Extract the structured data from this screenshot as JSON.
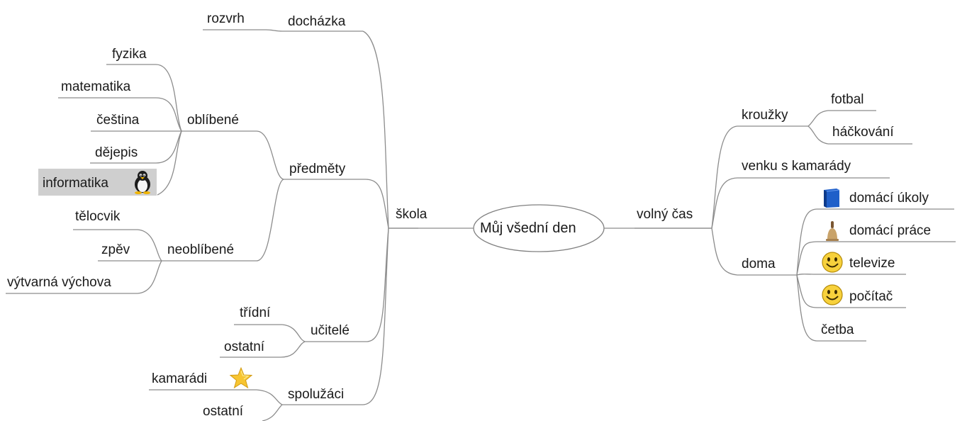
{
  "center": "Můj všední den",
  "left": {
    "skola": "škola",
    "dochazka": "docházka",
    "rozvrh": "rozvrh",
    "predmety": "předměty",
    "oblibene": "oblíbené",
    "fyzika": "fyzika",
    "matematika": "matematika",
    "cestina": "čeština",
    "dejepis": "dějepis",
    "informatika": "informatika",
    "neoblibene": "neoblíbené",
    "telocvik": "tělocvik",
    "zpev": "zpěv",
    "vytvarna": "výtvarná výchova",
    "ucitele": "učitelé",
    "tridni": "třídní",
    "ucitele_ostatni": "ostatní",
    "spoluzaci": "spolužáci",
    "kamaradi": "kamarádi",
    "spoluzaci_ostatni": "ostatní"
  },
  "right": {
    "volny_cas": "volný čas",
    "krouzky": "kroužky",
    "fotbal": "fotbal",
    "hackovani": "háčkování",
    "venku": "venku s kamarády",
    "doma": "doma",
    "domaci_ukoly": "domácí úkoly",
    "domaci_prace": "domácí práce",
    "televize": "televize",
    "pocitac": "počítač",
    "cetba": "četba"
  },
  "icons": {
    "informatika": "penguin-icon",
    "kamaradi": "star-icon",
    "domaci_ukoly": "book-icon",
    "domaci_prace": "bell-icon",
    "televize": "smiley-icon",
    "pocitac": "smiley-icon"
  },
  "colors": {
    "line": "#8c8c8c",
    "highlight": "#cfcfcf"
  }
}
